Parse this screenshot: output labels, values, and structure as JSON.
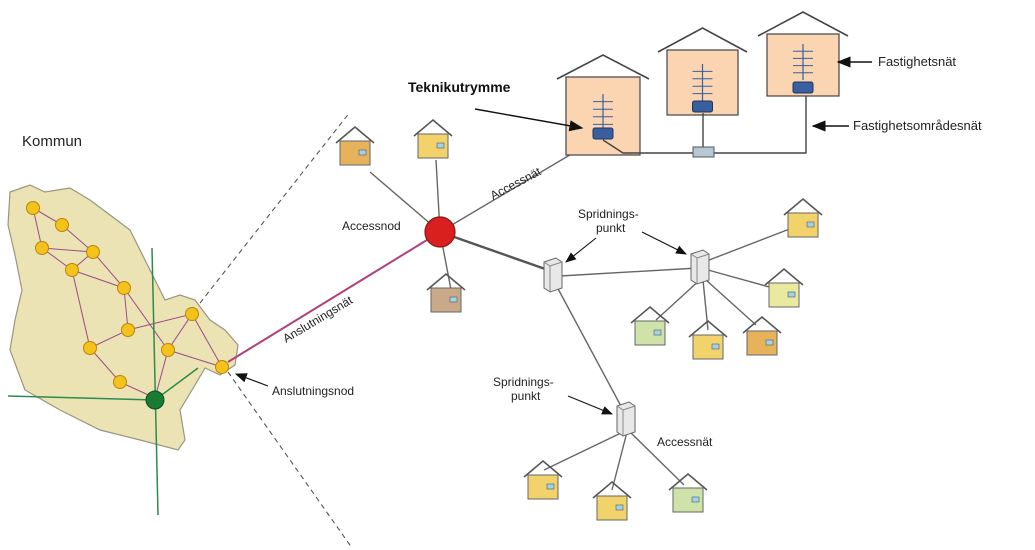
{
  "labels": {
    "kommun": "Kommun",
    "anslutningsnat": "Anslutningsnät",
    "anslutningsnod": "Anslutningsnod",
    "accessnod": "Accessnod",
    "accessnat_top": "Accessnät",
    "accessnat_bottom": "Accessnät",
    "spridningspunkt_1_line1": "Spridnings-",
    "spridningspunkt_1_line2": "punkt",
    "spridningspunkt_2_line1": "Spridnings-",
    "spridningspunkt_2_line2": "punkt",
    "teknikutrymme": "Teknikutrymme",
    "fastighetsnat": "Fastighetsnät",
    "fastighetsomradesnat": "Fastighetsområdesnät"
  },
  "colors": {
    "map_fill": "#ebe3b3",
    "map_border": "#9a9580",
    "node_yellow": "#f5c21b",
    "node_green": "#1a7a33",
    "access_node_red": "#d9201e",
    "connection_line": "#b0417a",
    "map_lines": "#9a4c8a",
    "axis_lines": "#2e8b4b",
    "building_fill": "#fbd4b2",
    "antenna_blue": "#3a5f9e",
    "house_colors": [
      "#f2d36b",
      "#e6b35a",
      "#c9a987",
      "#e9e9a0",
      "#cfe3a8",
      "#f0d68a"
    ]
  },
  "icons": {
    "house": "house-icon",
    "building": "building-icon",
    "distribution_point": "distribution-box-icon",
    "access_node": "access-node-icon",
    "arrow": "arrow-icon"
  }
}
